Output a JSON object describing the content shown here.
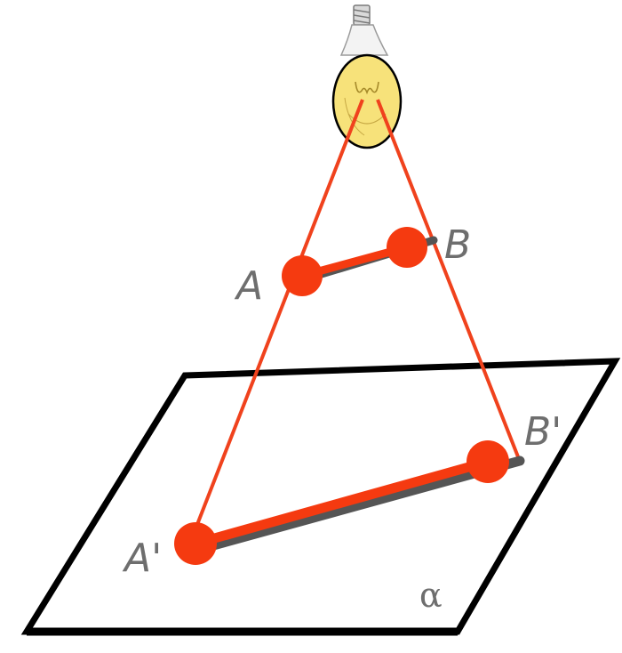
{
  "diagram": {
    "points": {
      "a": "A",
      "b": "B",
      "a_prime": "A'",
      "b_prime": "B'"
    },
    "plane_label": "α"
  },
  "colors": {
    "ray": "#f0421d",
    "dot": "#f53a10",
    "plane": "#000000",
    "bulb_fill": "#f7e27a",
    "label": "#6e6e6e"
  }
}
